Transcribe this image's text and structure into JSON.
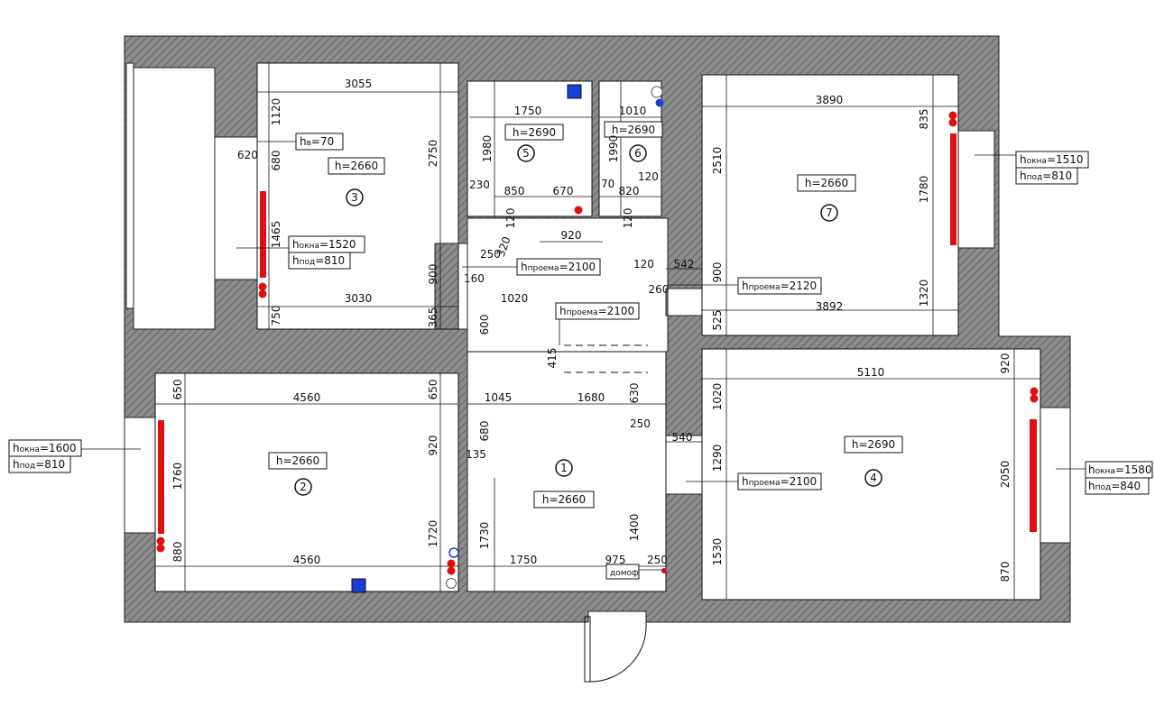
{
  "floor_plan": {
    "rooms": [
      {
        "number": "1",
        "height": "h=2660"
      },
      {
        "number": "2",
        "height": "h=2660"
      },
      {
        "number": "3",
        "height": "h=2660"
      },
      {
        "number": "4",
        "height": "h=2690"
      },
      {
        "number": "5",
        "height": "h=2690"
      },
      {
        "number": "6",
        "height": "h=2690"
      },
      {
        "number": "7",
        "height": "h=2660"
      }
    ],
    "dimensions": {
      "r3_top": "3055",
      "r3_bottom": "3030",
      "r3_left_1120": "1120",
      "r3_left_680": "680",
      "r3_left_1465": "1465",
      "r3_left_750": "750",
      "r3_right_2750": "2750",
      "r3_right_900": "900",
      "r3_right_365": "365",
      "r3_620": "620",
      "r5_top": "1750",
      "r5_left": "1980",
      "r5_230": "230",
      "r5_850": "850",
      "r5_670": "670",
      "r6_top": "1010",
      "r6_left": "1990",
      "r6_70": "70",
      "r6_820": "820",
      "r6_120": "120",
      "c_120a": "120",
      "c_120b": "120",
      "c_920": "920",
      "c_320": "320",
      "c_250a": "250",
      "c_120c": "120",
      "c_542": "542",
      "c_160": "160",
      "c_1020": "1020",
      "c_260": "260",
      "c_600": "600",
      "c_415": "415",
      "r7_top": "3890",
      "r7_left": "2510",
      "r7_right_835": "835",
      "r7_right_1780": "1780",
      "r7_right_1320": "1320",
      "r7_900": "900",
      "r7_525": "525",
      "r7_bottom": "3892",
      "r2_top": "4560",
      "r2_bottom": "4560",
      "r2_650a": "650",
      "r2_650b": "650",
      "r2_1760": "1760",
      "r2_880": "880",
      "r2_920": "920",
      "r2_1720": "1720",
      "r2_680": "680",
      "r2_135": "135",
      "r1_1045": "1045",
      "r1_1680": "1680",
      "r1_630": "630",
      "r1_250": "250",
      "r1_540": "540",
      "r1_1730": "1730",
      "r1_1750": "1750",
      "r1_975": "975",
      "r1_250b": "250",
      "r1_1400": "1400",
      "r4_top": "5110",
      "r4_1020": "1020",
      "r4_1290": "1290",
      "r4_1530": "1530",
      "r4_920": "920",
      "r4_2050": "2050",
      "r4_870": "870"
    },
    "callouts": {
      "h70": {
        "main": "h",
        "sub": "в",
        "value": "=70"
      },
      "window3": {
        "main": "h",
        "sub": "окна",
        "value": "=1520"
      },
      "sill3": {
        "main": "h",
        "sub": "под",
        "value": "=810"
      },
      "opening_2100a": {
        "main": "h",
        "sub": "проема",
        "value": "=2100"
      },
      "opening_2100b": {
        "main": "h",
        "sub": "проема",
        "value": "=2100"
      },
      "opening_2120": {
        "main": "h",
        "sub": "проема",
        "value": "=2120"
      },
      "opening_2100c": {
        "main": "h",
        "sub": "проема",
        "value": "=2100"
      },
      "window7": {
        "main": "h",
        "sub": "окна",
        "value": "=1510"
      },
      "sill7": {
        "main": "h",
        "sub": "под",
        "value": "=810"
      },
      "window2": {
        "main": "h",
        "sub": "окна",
        "value": "=1600"
      },
      "sill2": {
        "main": "h",
        "sub": "под",
        "value": "=810"
      },
      "window4": {
        "main": "h",
        "sub": "окна",
        "value": "=1580"
      },
      "sill4": {
        "main": "h",
        "sub": "под",
        "value": "=840"
      },
      "bell": "домоф"
    },
    "colors": {
      "wall": "#7a7a7a",
      "hatch": "#4a4a4a",
      "radiator": "#e01010",
      "socket_red": "#e01010",
      "socket_blue": "#1a3fd8",
      "line": "#111111"
    }
  }
}
